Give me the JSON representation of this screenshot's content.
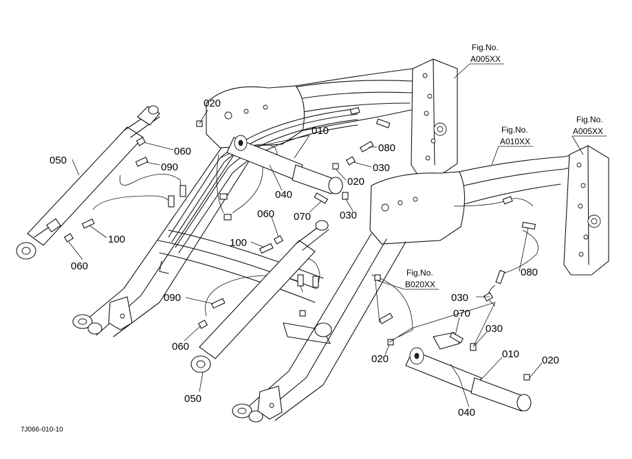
{
  "diagram": {
    "drawing_code": "7J066-010-10",
    "figure_refs": [
      {
        "id": "fig-a005xx-top",
        "prefix": "Fig.No.",
        "code": "A005XX"
      },
      {
        "id": "fig-a005xx-right",
        "prefix": "Fig.No.",
        "code": "A005XX"
      },
      {
        "id": "fig-a010xx",
        "prefix": "Fig.No.",
        "code": "A010XX"
      },
      {
        "id": "fig-b020xx",
        "prefix": "Fig.No.",
        "code": "B020XX"
      }
    ],
    "part_labels": [
      {
        "id": "p020a",
        "text": "020"
      },
      {
        "id": "p010a",
        "text": "010"
      },
      {
        "id": "p060a",
        "text": "060"
      },
      {
        "id": "p050a",
        "text": "050"
      },
      {
        "id": "p090a",
        "text": "090"
      },
      {
        "id": "p080a",
        "text": "080"
      },
      {
        "id": "p030a",
        "text": "030"
      },
      {
        "id": "p040a",
        "text": "040"
      },
      {
        "id": "p020b",
        "text": "020"
      },
      {
        "id": "p070a",
        "text": "070"
      },
      {
        "id": "p030b",
        "text": "030"
      },
      {
        "id": "p100a",
        "text": "100"
      },
      {
        "id": "p060b",
        "text": "060"
      },
      {
        "id": "p060c",
        "text": "060"
      },
      {
        "id": "p100b",
        "text": "100"
      },
      {
        "id": "p080b",
        "text": "080"
      },
      {
        "id": "p030c",
        "text": "030"
      },
      {
        "id": "p090b",
        "text": "090"
      },
      {
        "id": "p070b",
        "text": "070"
      },
      {
        "id": "p030d",
        "text": "030"
      },
      {
        "id": "p060d",
        "text": "060"
      },
      {
        "id": "p020c",
        "text": "020"
      },
      {
        "id": "p010b",
        "text": "010"
      },
      {
        "id": "p020d",
        "text": "020"
      },
      {
        "id": "p050b",
        "text": "050"
      },
      {
        "id": "p040b",
        "text": "040"
      }
    ]
  }
}
